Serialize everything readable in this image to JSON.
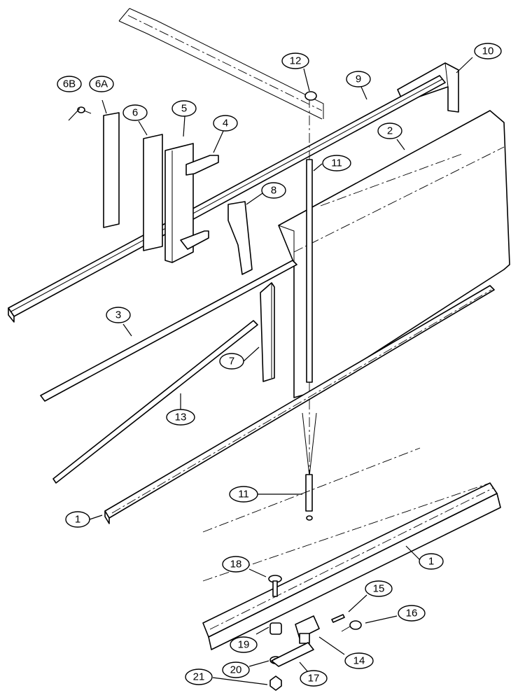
{
  "callouts": [
    {
      "id": "c1a",
      "label": "1"
    },
    {
      "id": "c1b",
      "label": "1"
    },
    {
      "id": "c2",
      "label": "2"
    },
    {
      "id": "c3",
      "label": "3"
    },
    {
      "id": "c4",
      "label": "4"
    },
    {
      "id": "c5",
      "label": "5"
    },
    {
      "id": "c6",
      "label": "6"
    },
    {
      "id": "c6a",
      "label": "6A"
    },
    {
      "id": "c6b",
      "label": "6B"
    },
    {
      "id": "c7",
      "label": "7"
    },
    {
      "id": "c8",
      "label": "8"
    },
    {
      "id": "c9",
      "label": "9"
    },
    {
      "id": "c10",
      "label": "10"
    },
    {
      "id": "c11a",
      "label": "11"
    },
    {
      "id": "c11b",
      "label": "11"
    },
    {
      "id": "c12",
      "label": "12"
    },
    {
      "id": "c13",
      "label": "13"
    },
    {
      "id": "c14",
      "label": "14"
    },
    {
      "id": "c15",
      "label": "15"
    },
    {
      "id": "c16",
      "label": "16"
    },
    {
      "id": "c17",
      "label": "17"
    },
    {
      "id": "c18",
      "label": "18"
    },
    {
      "id": "c19",
      "label": "19"
    },
    {
      "id": "c20",
      "label": "20"
    },
    {
      "id": "c21",
      "label": "21"
    }
  ]
}
